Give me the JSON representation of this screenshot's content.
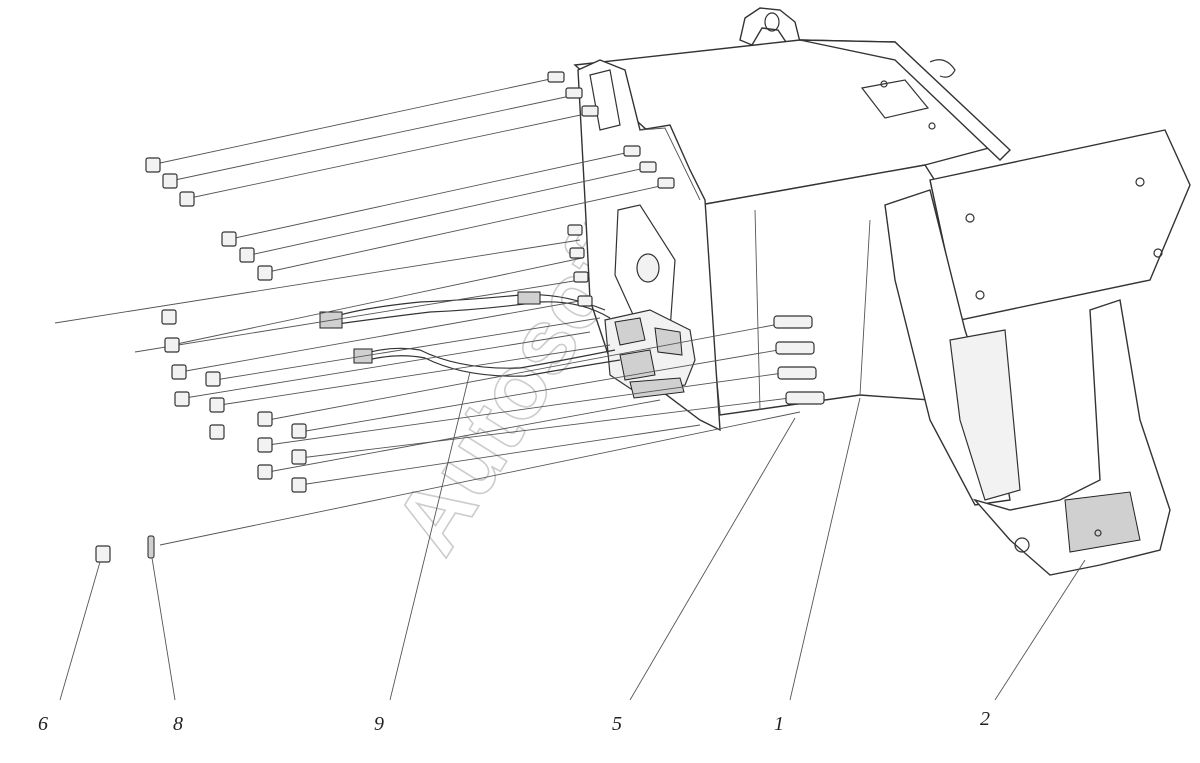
{
  "callouts": [
    {
      "label": "6"
    },
    {
      "label": "8"
    },
    {
      "label": "9"
    },
    {
      "label": "5"
    },
    {
      "label": "1"
    },
    {
      "label": "2"
    }
  ],
  "watermark": "Autosoft"
}
